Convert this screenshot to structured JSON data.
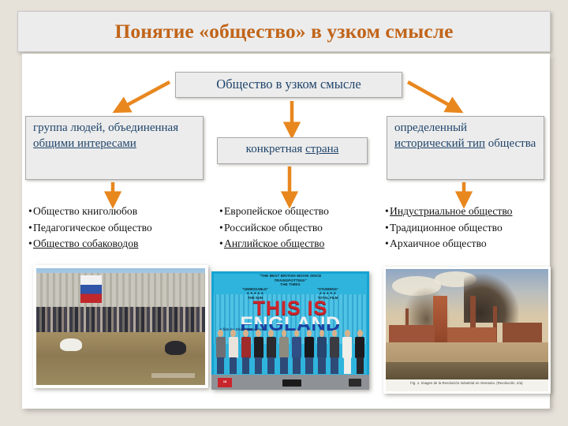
{
  "slide": {
    "title": "Понятие «общество» в узком смысле",
    "accent_color": "#c1651a",
    "box_text_color": "#20456b",
    "background_color": "#e6e1d9",
    "card_color": "#ffffff"
  },
  "diagram": {
    "root": {
      "label": "Общество в узком смысле"
    },
    "branches": [
      {
        "name": "group",
        "box_parts": [
          {
            "text": "группа людей, объединенная ",
            "underline": false
          },
          {
            "text": "общими интересами",
            "underline": true
          }
        ],
        "box_plain": "группа людей, объединенная общими интересами",
        "examples": [
          {
            "text": "Общество книголюбов",
            "underline": false
          },
          {
            "text": "Педагогическое общество",
            "underline": false
          },
          {
            "text": "Общество собаководов",
            "underline": true
          }
        ],
        "photo": {
          "name": "dog-show-photo",
          "alt": "Выставка собак во дворе многоэтажных домов"
        }
      },
      {
        "name": "country",
        "box_parts": [
          {
            "text": "конкретная ",
            "underline": false
          },
          {
            "text": "страна",
            "underline": true
          }
        ],
        "box_plain": "конкретная страна",
        "examples": [
          {
            "text": "Европейское общество",
            "underline": false
          },
          {
            "text": "Российское общество",
            "underline": false
          },
          {
            "text": "Английское общество",
            "underline": true
          }
        ],
        "photo": {
          "name": "this-is-england-dvd",
          "alt": "Обложка DVD «This Is England»",
          "top_quote_line1": "\"THE BEST BRITISH MOVIE SINCE",
          "top_quote_line2": "TRAINSPOTTING\"",
          "top_quote_source": "THE TIMES",
          "sub_quote_left": "\"UNMISSABLE\"",
          "sub_quote_left_stars": "★★★★★",
          "sub_quote_left_source": "THE SUN",
          "sub_quote_right": "\"STUNNING\"",
          "sub_quote_right_stars": "★★★★★",
          "sub_quote_right_source": "TOTAL FILM",
          "title_line1": "THIS IS",
          "title_line2": "ENGLAND",
          "credit": "A film by Shane Meadows",
          "rating": "18",
          "format": "DVD"
        }
      },
      {
        "name": "historical-type",
        "box_parts": [
          {
            "text": "определенный ",
            "underline": false
          },
          {
            "text": "исторический тип",
            "underline": true
          },
          {
            "text": " общества",
            "underline": false
          }
        ],
        "box_plain": "определенный исторический тип общества",
        "examples": [
          {
            "text": "Индустриальное общество",
            "underline": true
          },
          {
            "text": "Традиционное общество",
            "underline": false
          },
          {
            "text": "Архаичное общество",
            "underline": false
          }
        ],
        "photo": {
          "name": "industrial-revolution-painting",
          "alt": "Картина промышленной революции в Германии",
          "caption": "Fig. 1. Imagen de la Revolución Industrial en Alemania. (Revolución, s/a)."
        }
      }
    ],
    "arrow_color": "#e8871e",
    "bullet_char": "•"
  }
}
